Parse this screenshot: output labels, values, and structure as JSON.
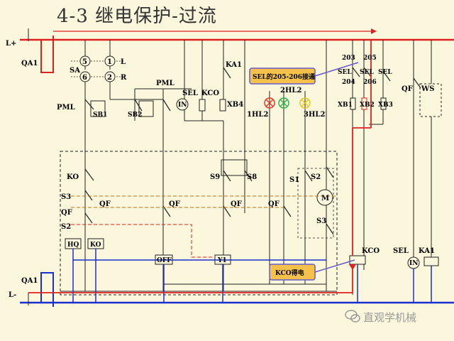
{
  "title": "4-3  继电保护-过流",
  "labels": {
    "l_plus": "L+",
    "l_minus": "L-",
    "qa1_top": "QA1",
    "qa1_bottom": "QA1",
    "sa": "SA",
    "t5": "5",
    "t1": "1",
    "t6": "6",
    "t2": "2",
    "sa_l": "L",
    "sa_r": "R",
    "pml_left": "PML",
    "pml_mid": "PML",
    "sb1": "SB1",
    "sb2": "SB2",
    "in_left": "IN",
    "sel_left": "SEL",
    "kco_top": "KCO",
    "ka1_top": "KA1",
    "xb4": "XB4",
    "hl1": "1HL2",
    "hl2": "2HL2",
    "hl3": "3HL2",
    "n203": "203",
    "n205": "205",
    "n204": "204",
    "n206": "206",
    "sel_a": "SEL",
    "sel_b": "SEL",
    "sel_c": "SEL",
    "xb1": "XB1",
    "xb2": "XB2",
    "xb3": "XB3",
    "qf_right": "QF",
    "ws": "WS",
    "ko": "KO",
    "s3_left": "S3",
    "qf_left": "QF",
    "s2_left": "S2",
    "qf_a": "QF",
    "qf_b": "QF",
    "qf_c": "QF",
    "qf_d": "QF",
    "hq": "HQ",
    "ko_box": "KO",
    "off": "OFF",
    "y1": "Y1",
    "s9": "S9",
    "s8": "S8",
    "s1": "S1",
    "s2_right": "S2",
    "s3_right": "S3",
    "m": "M",
    "kco_bottom": "KCO",
    "sel_bottom": "SEL",
    "in_bottom": "IN",
    "ka1_bottom": "KA1"
  },
  "callouts": {
    "top": "SEL的205-206接通",
    "bottom": "KCO得电"
  },
  "watermark": "直观学机械",
  "colors": {
    "background": "#fbf7dc",
    "red_line": "#e02020",
    "blue_line": "#1a2fd0",
    "wire": "#222222",
    "callout_fill": "#f4c24a",
    "callout_border": "#6a5acd",
    "lamp_red": "#e83a2a",
    "lamp_green": "#2fb84a",
    "lamp_yellow": "#e8c81a"
  }
}
